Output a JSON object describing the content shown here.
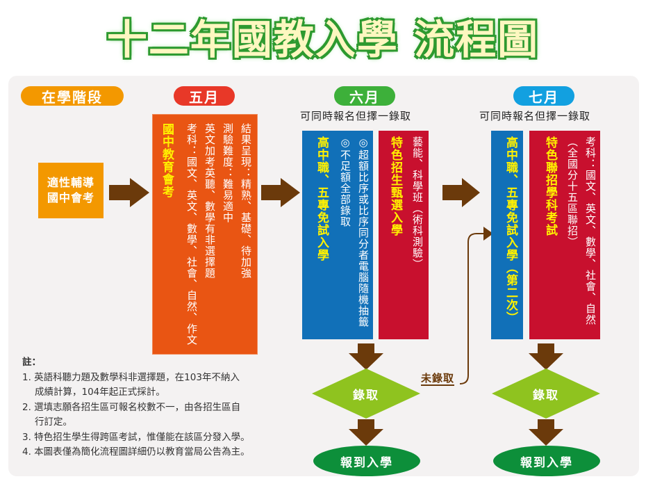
{
  "title": "十二年國教入學 流程圖",
  "colors": {
    "panel_bg": "#f4f2f2",
    "stage_orange": "#f39800",
    "may_red": "#e83828",
    "june_green": "#3db03a",
    "july_blue": "#12a0e0",
    "exam_orange": "#e95513",
    "blue_box": "#1170b8",
    "red_box": "#c8102e",
    "yellow_text": "#fff100",
    "arrow_brown": "#6b3a0b",
    "diamond_green": "#8fc31f",
    "ellipse_green": "#0d8f3a"
  },
  "stages": {
    "school": {
      "label": "在學階段"
    },
    "may": {
      "label": "五月"
    },
    "june": {
      "label": "六月",
      "subtitle": "可同時報名但擇一錄取"
    },
    "july": {
      "label": "七月",
      "subtitle": "可同時報名但擇一錄取"
    }
  },
  "school_box": {
    "line1": "適性輔導",
    "line2": "國中會考"
  },
  "exam_box": {
    "title": "國中教育會考",
    "lines": [
      "結果呈現：精熟、基礎、待加強",
      "測驗難度：難易適中",
      "英文加考英聽、數學有非選擇題",
      "考科：國文、英文、數學、社會、自然、作文"
    ]
  },
  "june_free": {
    "title": "高中職、五專免試入學",
    "lines": [
      "◎超額比序或比序同分者電腦隨機抽籤",
      "◎不足額全部錄取"
    ]
  },
  "june_special": {
    "title": "特色招生甄選入學",
    "lines": [
      "藝能、科學班（術科測驗）"
    ]
  },
  "july_free": {
    "title": "高中職、五專免試入學（第二次）"
  },
  "july_special": {
    "title": "特色聯招學科考試",
    "lines": [
      "（全國分十五區聯招）",
      "考科：國文、英文、數學、社會、自然"
    ]
  },
  "june_flow": {
    "decision": "錄取",
    "result": "報到入學"
  },
  "july_flow": {
    "decision": "錄取",
    "result": "報到入學"
  },
  "not_admitted_label": "未錄取",
  "notes": {
    "heading": "註：",
    "items": [
      {
        "line1": "1. 英語科聽力題及數學科非選擇題，在103年不納入",
        "line2": "成績計算，104年起正式採計。"
      },
      {
        "line1": "2. 選填志願各招生區可報名校數不一，由各招生區自",
        "line2": "行訂定。"
      },
      {
        "line1": "3. 特色招生學生得跨區考試，惟僅能在該區分發入學。"
      },
      {
        "line1": "4. 本圖表僅為簡化流程圖詳細仍以教育當局公告為主。"
      }
    ]
  }
}
